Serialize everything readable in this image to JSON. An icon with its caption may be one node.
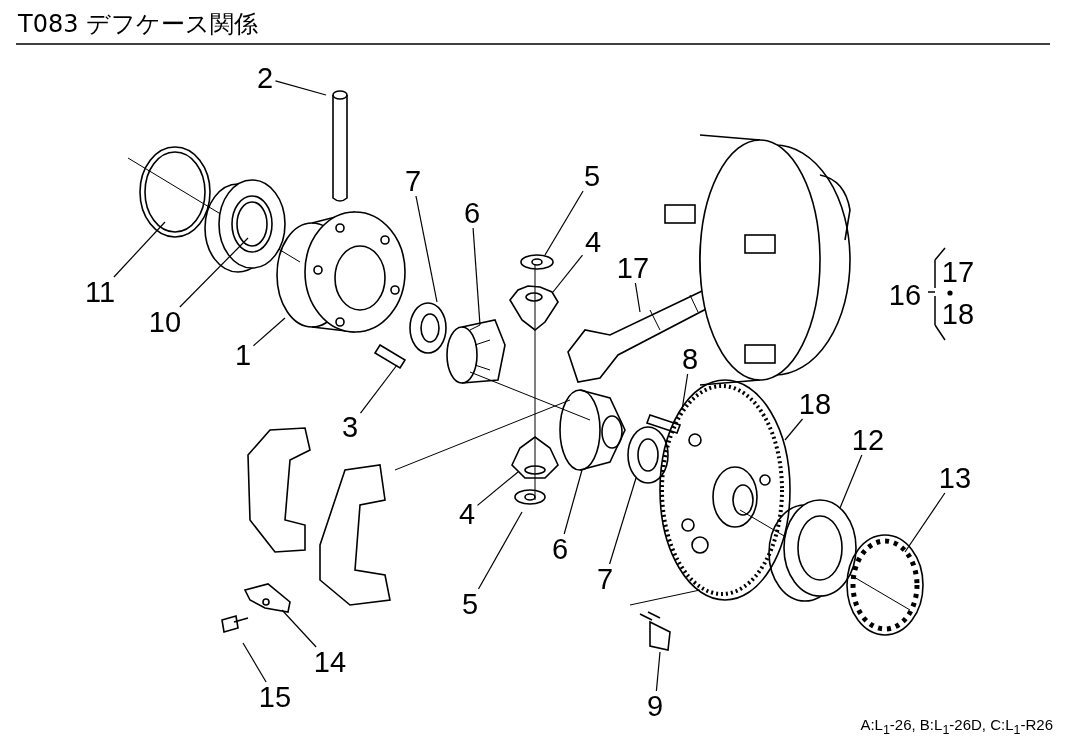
{
  "diagram": {
    "title": "T083 デフケース関係",
    "nodes": [
      {
        "text": [
          "2"
        ]
      },
      {
        "text": [
          "11"
        ]
      },
      {
        "text": [
          "10"
        ]
      },
      {
        "text": [
          "1"
        ]
      },
      {
        "text": [
          "3"
        ]
      },
      {
        "text": [
          "7"
        ]
      },
      {
        "text": [
          "6"
        ]
      },
      {
        "text": [
          "5"
        ]
      },
      {
        "text": [
          "4"
        ]
      },
      {
        "text": [
          "17"
        ]
      },
      {
        "text": [
          "8"
        ]
      },
      {
        "text": [
          "18"
        ]
      },
      {
        "text": [
          "12"
        ]
      },
      {
        "text": [
          "13"
        ]
      },
      {
        "text": [
          "4"
        ]
      },
      {
        "text": [
          "6"
        ]
      },
      {
        "text": [
          "7"
        ]
      },
      {
        "text": [
          "5"
        ]
      },
      {
        "text": [
          "14"
        ]
      },
      {
        "text": [
          "15"
        ]
      },
      {
        "text": [
          "9"
        ]
      }
    ],
    "edges": [
      {
        "from": 0,
        "to": null,
        "arrow": "none"
      },
      {
        "from": 1,
        "to": null,
        "arrow": "none"
      },
      {
        "from": 2,
        "to": null,
        "arrow": "none"
      },
      {
        "from": 3,
        "to": null,
        "arrow": "none"
      },
      {
        "from": 4,
        "to": null,
        "arrow": "none"
      },
      {
        "from": 5,
        "to": null,
        "arrow": "none"
      },
      {
        "from": 6,
        "to": null,
        "arrow": "none"
      },
      {
        "from": 7,
        "to": null,
        "arrow": "none"
      },
      {
        "from": 8,
        "to": null,
        "arrow": "none"
      },
      {
        "from": 9,
        "to": null,
        "arrow": "none"
      },
      {
        "from": 10,
        "to": null,
        "arrow": "none"
      },
      {
        "from": 11,
        "to": null,
        "arrow": "none"
      },
      {
        "from": 12,
        "to": null,
        "arrow": "none"
      },
      {
        "from": 13,
        "to": null,
        "arrow": "none"
      },
      {
        "from": 14,
        "to": null,
        "arrow": "none"
      },
      {
        "from": 15,
        "to": null,
        "arrow": "none"
      },
      {
        "from": 16,
        "to": null,
        "arrow": "none"
      },
      {
        "from": 17,
        "to": null,
        "arrow": "none"
      },
      {
        "from": 18,
        "to": null,
        "arrow": "none"
      },
      {
        "from": 19,
        "to": null,
        "arrow": "none"
      },
      {
        "from": 20,
        "to": null,
        "arrow": "none"
      }
    ],
    "labels": [
      "16",
      "17",
      "18",
      "A:L$_{1}$-26, B:L$_{1}$-26D, C:L$_{1}$-R26"
    ]
  }
}
